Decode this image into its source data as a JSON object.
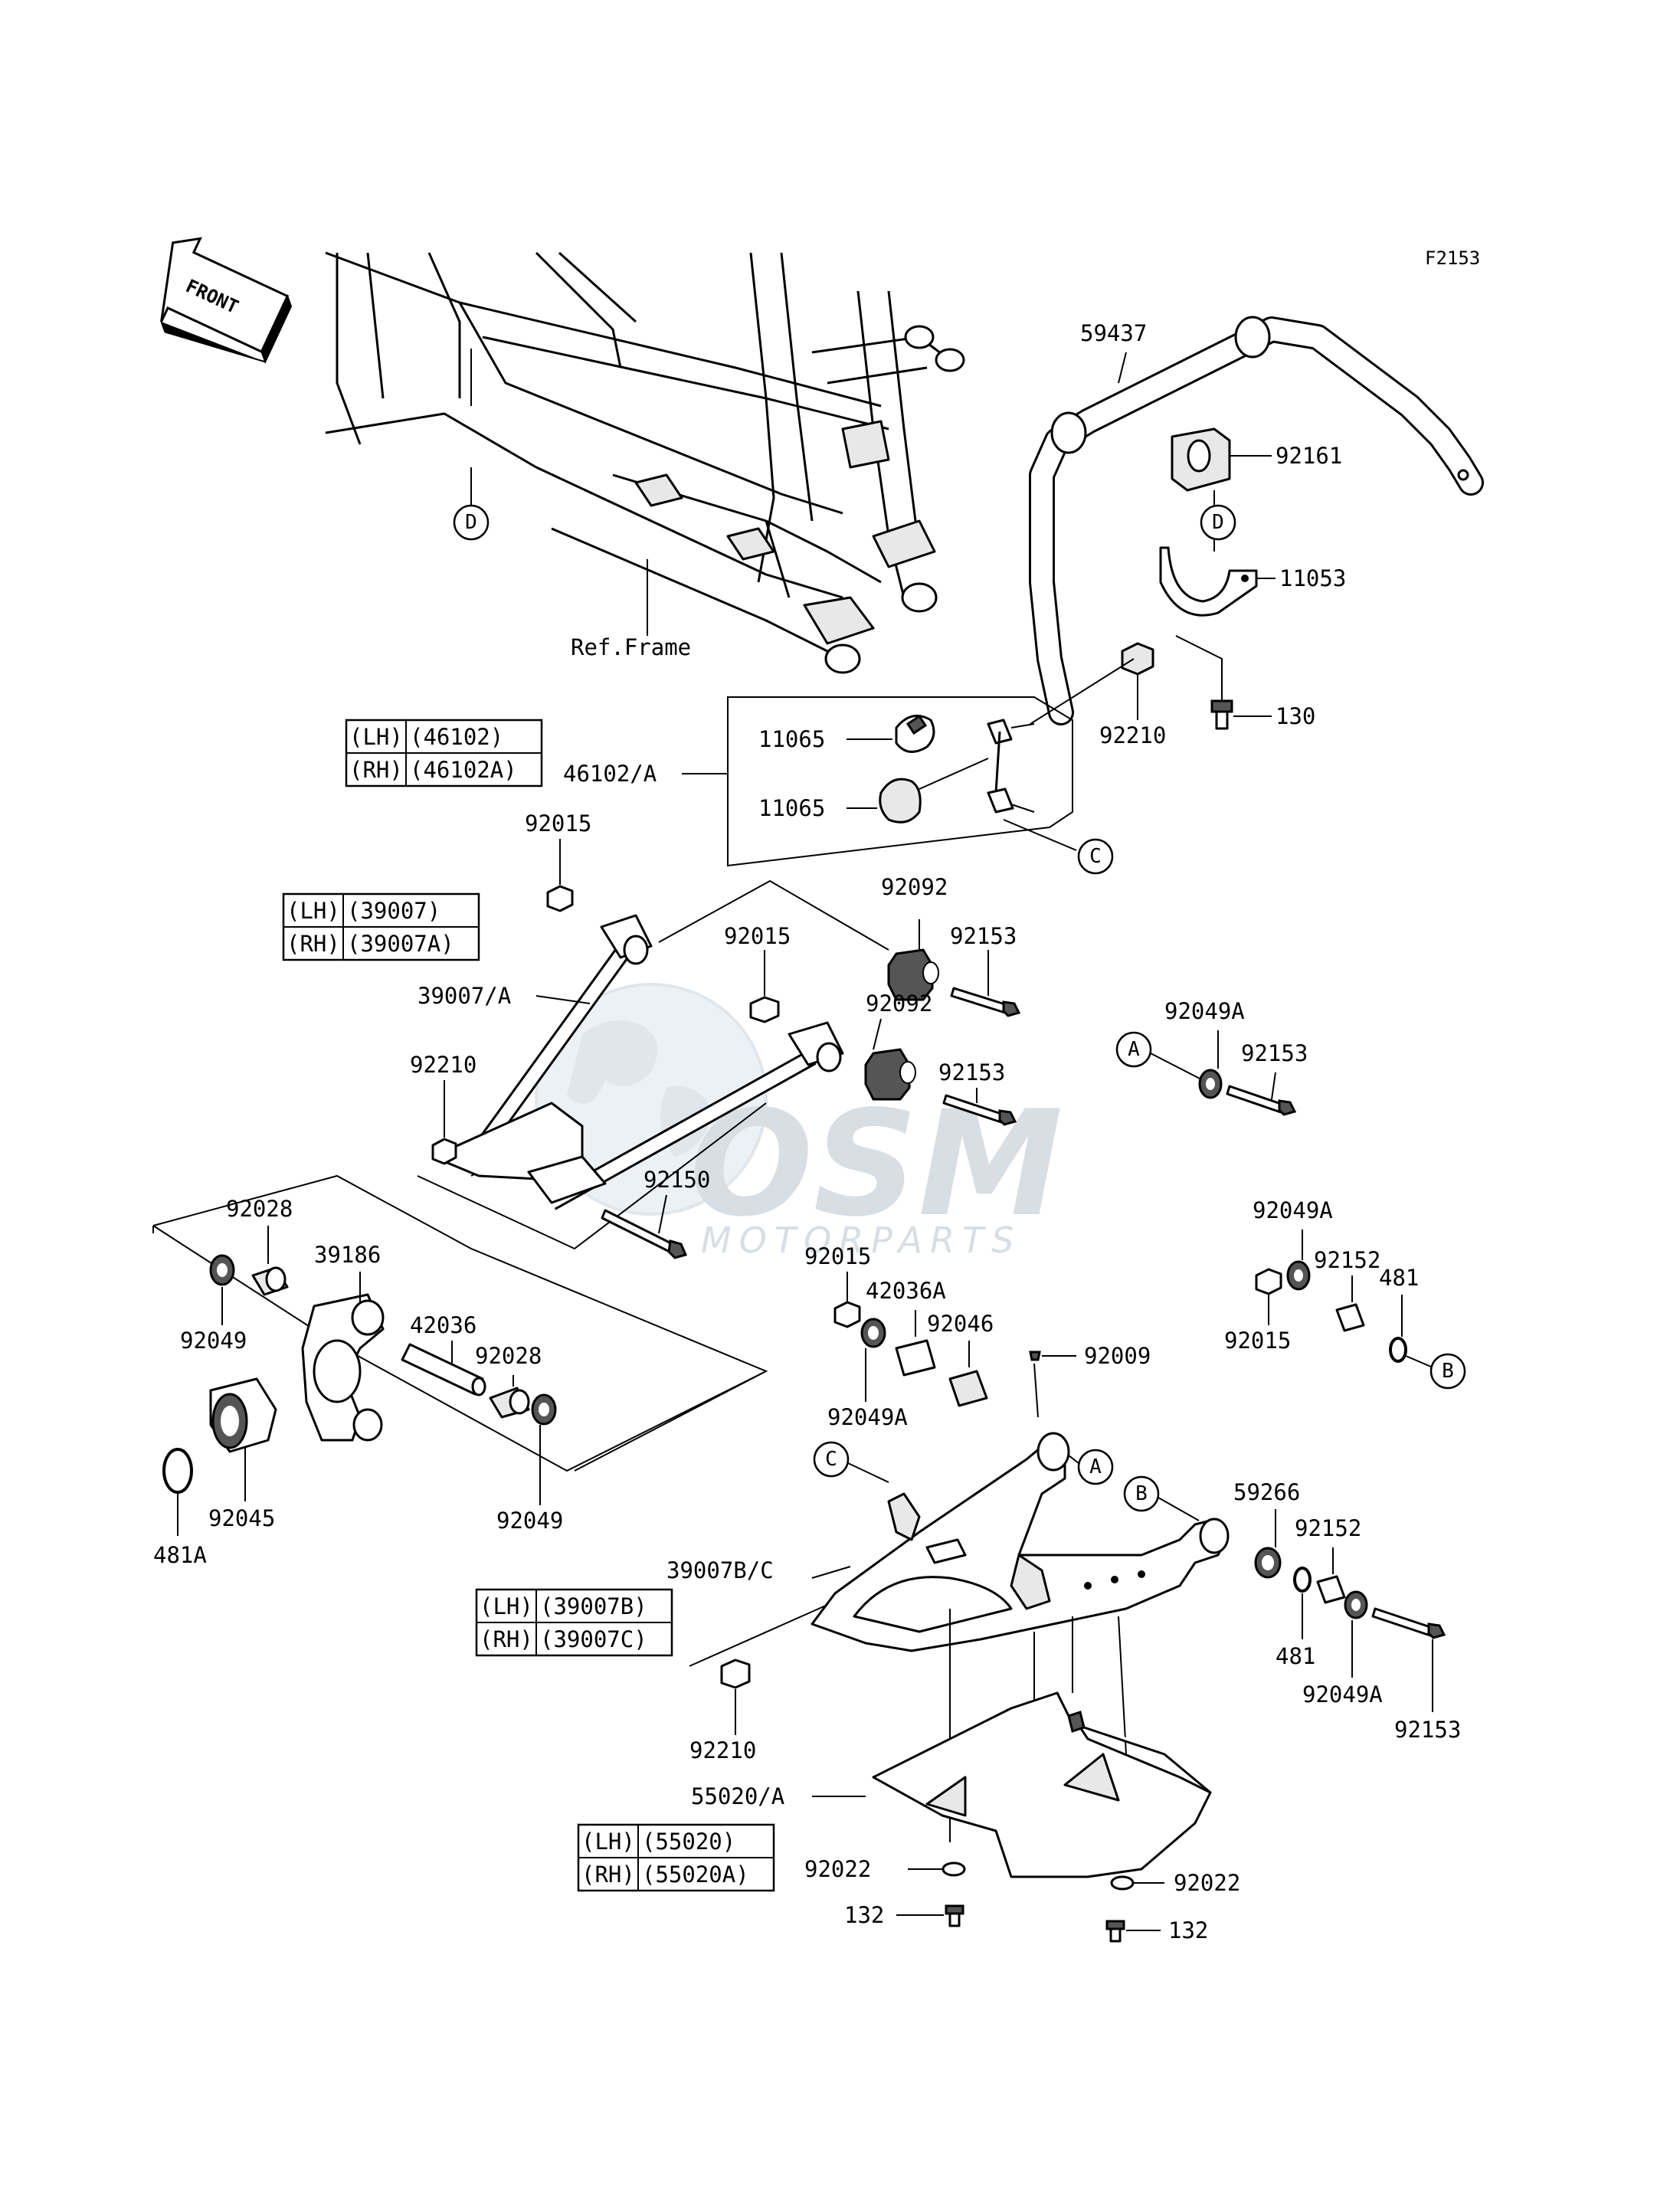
{
  "figure_code": "F2153",
  "front_arrow": {
    "label": "FRONT"
  },
  "frame": {
    "ref_label": "Ref.Frame"
  },
  "watermark": {
    "brand": "OSM",
    "subtitle": "MOTORPARTS"
  },
  "labels": {
    "p59437": "59437",
    "p92161": "92161",
    "p11053": "11053",
    "p130": "130",
    "p92210_top": "92210",
    "p46102A": "46102/A",
    "p11065_a": "11065",
    "p11065_b": "11065",
    "p92015_a": "92015",
    "p92092_a": "92092",
    "p92153_a": "92153",
    "p92015_b": "92015",
    "p92092_b": "92092",
    "p92153_b": "92153",
    "p39007A": "39007/A",
    "p92210_mid": "92210",
    "p92150": "92150",
    "p92049A_a": "92049A",
    "p92153_c": "92153",
    "p92028_a": "92028",
    "p39186": "39186",
    "p92049_a": "92049",
    "p42036": "42036",
    "p92028_b": "92028",
    "p92049_b": "92049",
    "p92045": "92045",
    "p481A": "481A",
    "p92015_c": "92015",
    "p42036A": "42036A",
    "p92046": "92046",
    "p92049A_b": "92049A",
    "p92009": "92009",
    "p92049A_c": "92049A",
    "p92015_d": "92015",
    "p92152_a": "92152",
    "p481_a": "481",
    "p39007BC": "39007B/C",
    "p59266": "59266",
    "p92152_b": "92152",
    "p481_b": "481",
    "p92049A_d": "92049A",
    "p92153_d": "92153",
    "p92210_bot": "92210",
    "p55020A": "55020/A",
    "p92022_a": "92022",
    "p92022_b": "92022",
    "p132_a": "132",
    "p132_b": "132"
  },
  "tables": {
    "t46102": {
      "lh_side": "(LH)",
      "lh_part": "(46102)",
      "rh_side": "(RH)",
      "rh_part": "(46102A)"
    },
    "t39007": {
      "lh_side": "(LH)",
      "lh_part": "(39007)",
      "rh_side": "(RH)",
      "rh_part": "(39007A)"
    },
    "t39007B": {
      "lh_side": "(LH)",
      "lh_part": "(39007B)",
      "rh_side": "(RH)",
      "rh_part": "(39007C)"
    },
    "t55020": {
      "lh_side": "(LH)",
      "lh_part": "(55020)",
      "rh_side": "(RH)",
      "rh_part": "(55020A)"
    }
  },
  "refs": {
    "d_top": "D",
    "d_right": "D",
    "c_right": "C",
    "a_left": "A",
    "b_right": "B",
    "c_arm": "C",
    "a_arm": "A",
    "b_arm": "B"
  }
}
